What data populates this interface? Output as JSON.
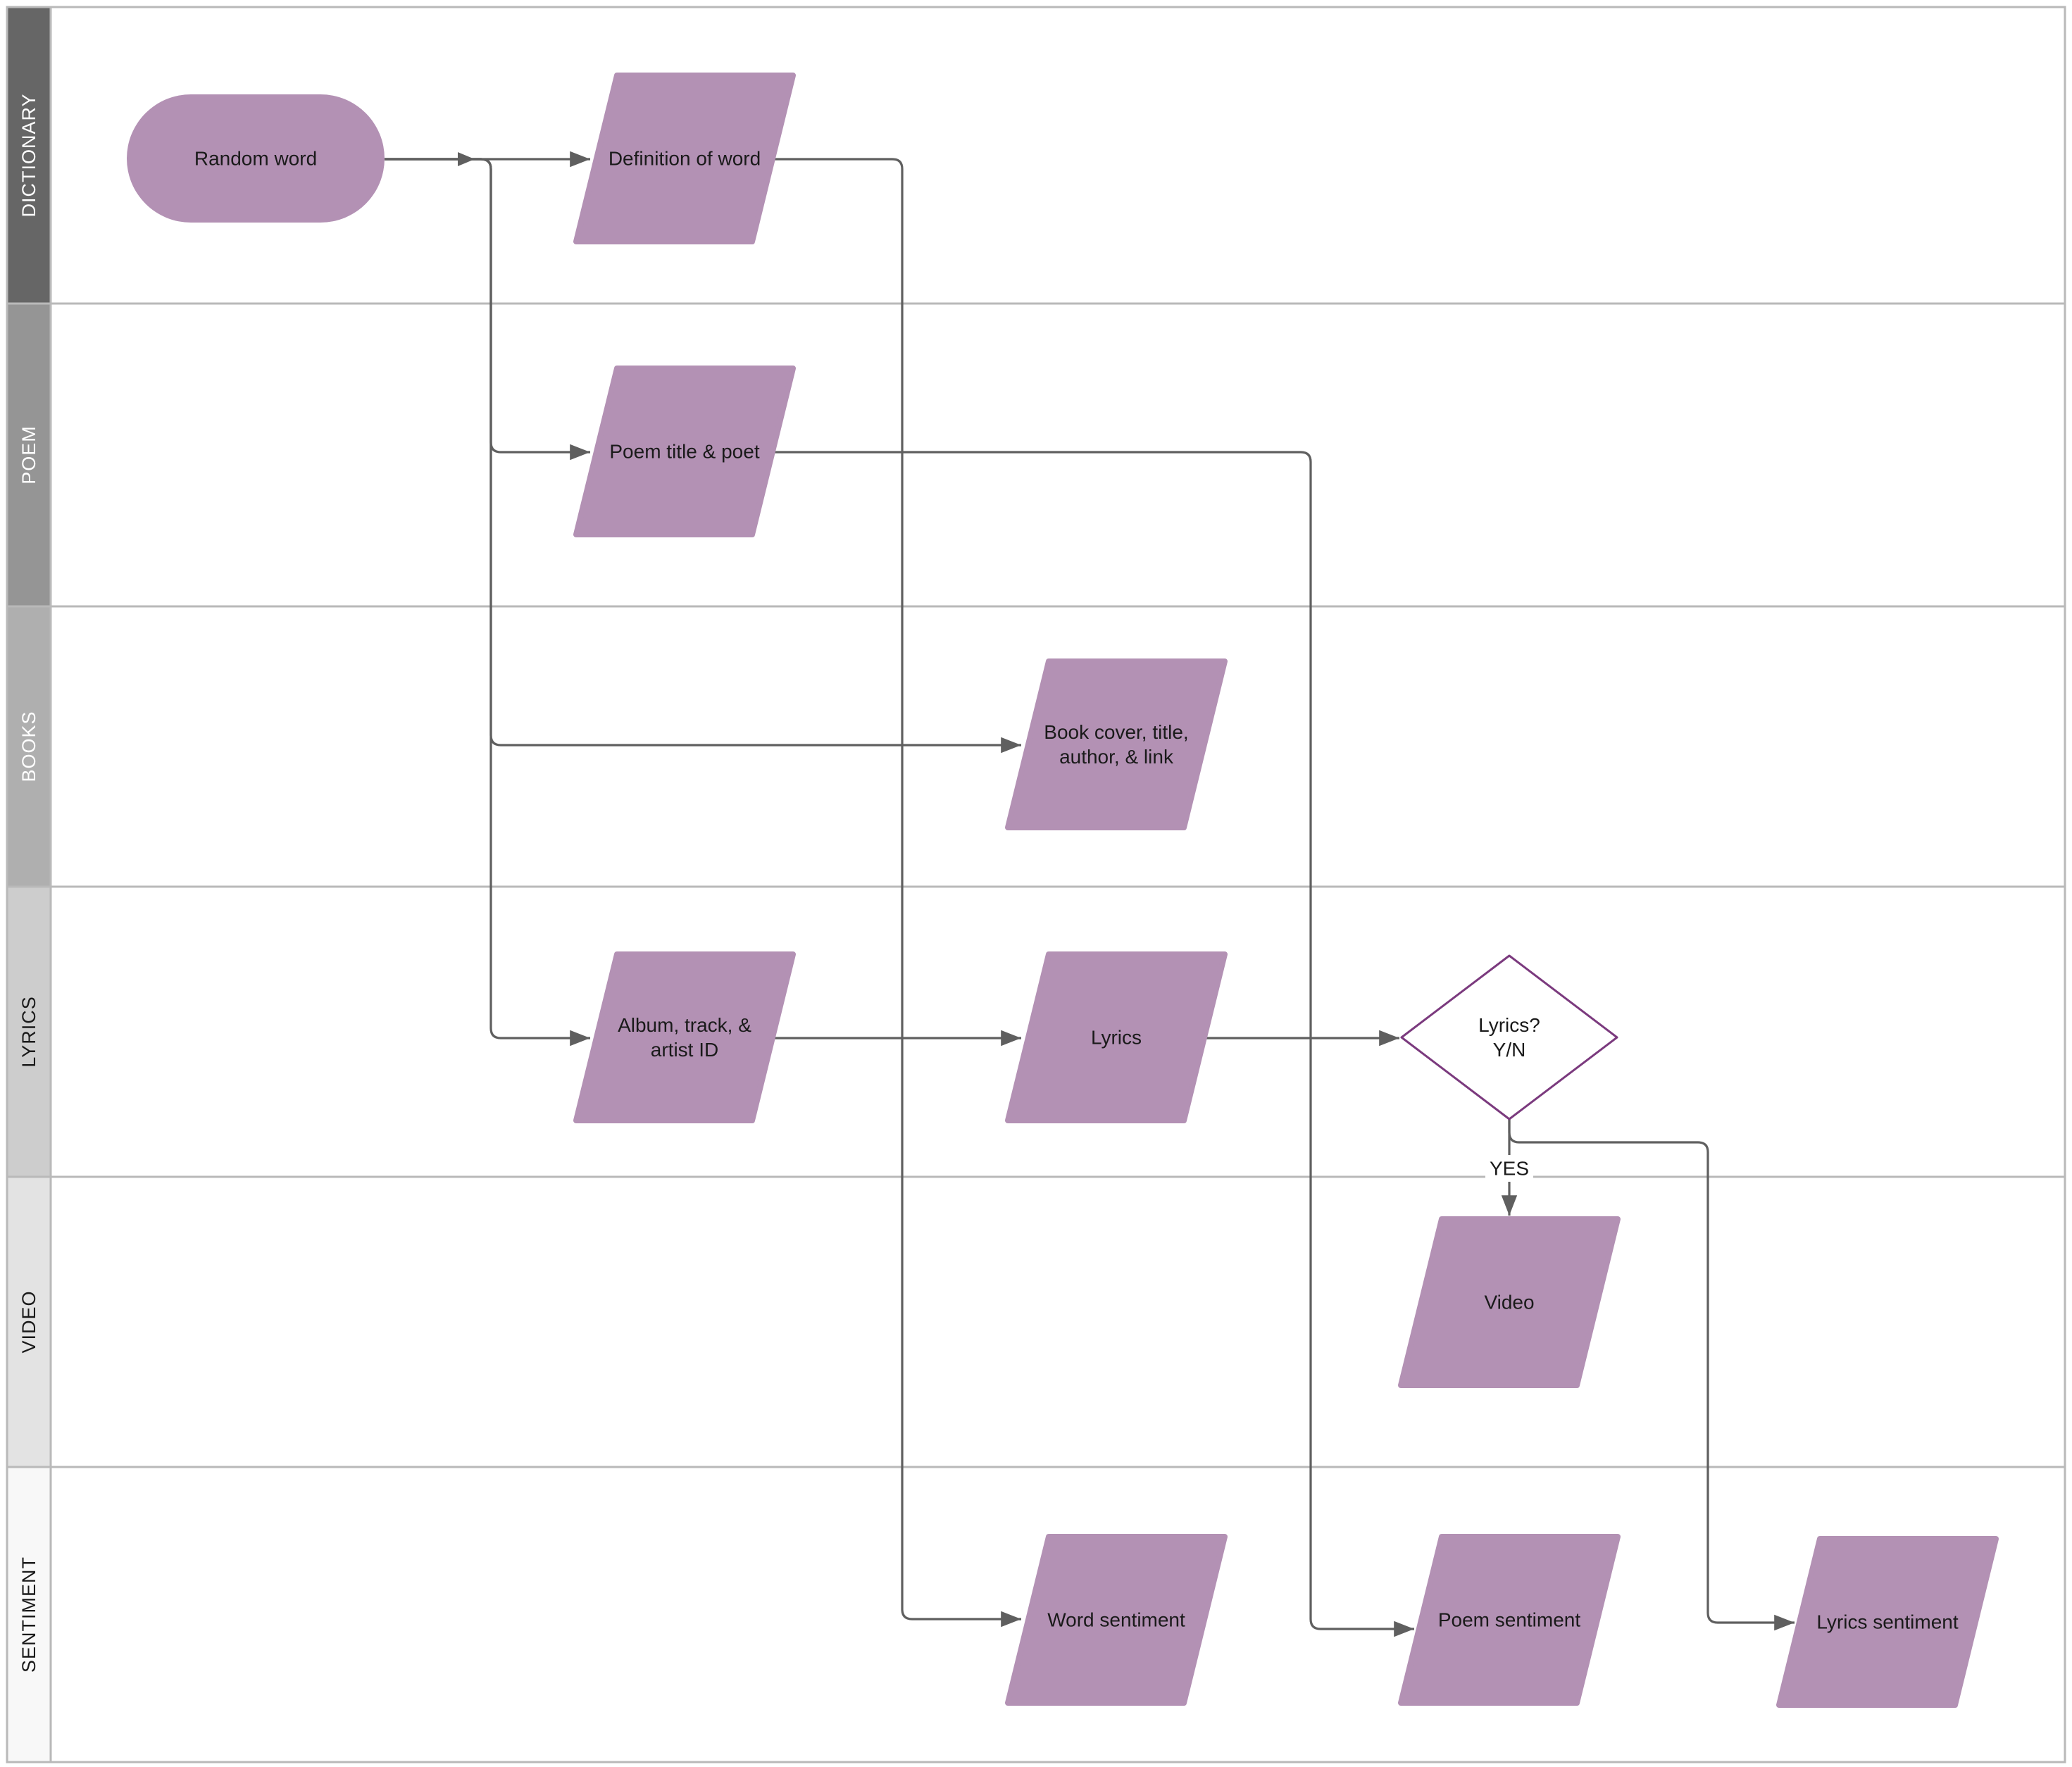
{
  "colors": {
    "node_fill": "#b391b4",
    "decision_stroke": "#7b3a7e",
    "connector": "#5f5f5f",
    "lane_border": "#b9b9b9",
    "lane_header_text_light": "#ffffff",
    "lane_header_text_dark": "#1a1a1a"
  },
  "lanes": [
    {
      "id": "dictionary",
      "label": "DICTIONARY",
      "header_color": "#666666"
    },
    {
      "id": "poem",
      "label": "POEM",
      "header_color": "#959595"
    },
    {
      "id": "books",
      "label": "BOOKS",
      "header_color": "#afafaf"
    },
    {
      "id": "lyrics",
      "label": "LYRICS",
      "header_color": "#cdcdcd"
    },
    {
      "id": "video",
      "label": "VIDEO",
      "header_color": "#e3e3e3"
    },
    {
      "id": "sentiment",
      "label": "SENTIMENT",
      "header_color": "#f8f8f8"
    }
  ],
  "nodes": [
    {
      "id": "random_word",
      "shape": "terminator",
      "lines": [
        "Random word"
      ]
    },
    {
      "id": "definition",
      "shape": "data",
      "lines": [
        "Definition of word"
      ]
    },
    {
      "id": "poem_title",
      "shape": "data",
      "lines": [
        "Poem title & poet"
      ]
    },
    {
      "id": "book_cover",
      "shape": "data",
      "lines": [
        "Book cover, title,",
        "author, & link"
      ]
    },
    {
      "id": "album_track",
      "shape": "data",
      "lines": [
        "Album, track, &",
        "artist ID"
      ]
    },
    {
      "id": "lyrics",
      "shape": "data",
      "lines": [
        "Lyrics"
      ]
    },
    {
      "id": "lyrics_decision",
      "shape": "decision",
      "lines": [
        "Lyrics?",
        "Y/N"
      ]
    },
    {
      "id": "video",
      "shape": "data",
      "lines": [
        "Video"
      ]
    },
    {
      "id": "word_sentiment",
      "shape": "data",
      "lines": [
        "Word sentiment"
      ]
    },
    {
      "id": "poem_sentiment",
      "shape": "data",
      "lines": [
        "Poem sentiment"
      ]
    },
    {
      "id": "lyrics_sentiment",
      "shape": "data",
      "lines": [
        "Lyrics sentiment"
      ]
    }
  ],
  "edges": [
    {
      "from": "random_word",
      "to": "definition",
      "label": ""
    },
    {
      "from": "random_word",
      "to": "poem_title",
      "label": ""
    },
    {
      "from": "random_word",
      "to": "book_cover",
      "label": ""
    },
    {
      "from": "random_word",
      "to": "album_track",
      "label": ""
    },
    {
      "from": "album_track",
      "to": "lyrics",
      "label": ""
    },
    {
      "from": "lyrics",
      "to": "lyrics_decision",
      "label": ""
    },
    {
      "from": "lyrics_decision",
      "to": "video",
      "label": "YES"
    },
    {
      "from": "lyrics_decision",
      "to": "lyrics_sentiment",
      "label": ""
    },
    {
      "from": "definition",
      "to": "word_sentiment",
      "label": ""
    },
    {
      "from": "poem_title",
      "to": "poem_sentiment",
      "label": ""
    }
  ]
}
